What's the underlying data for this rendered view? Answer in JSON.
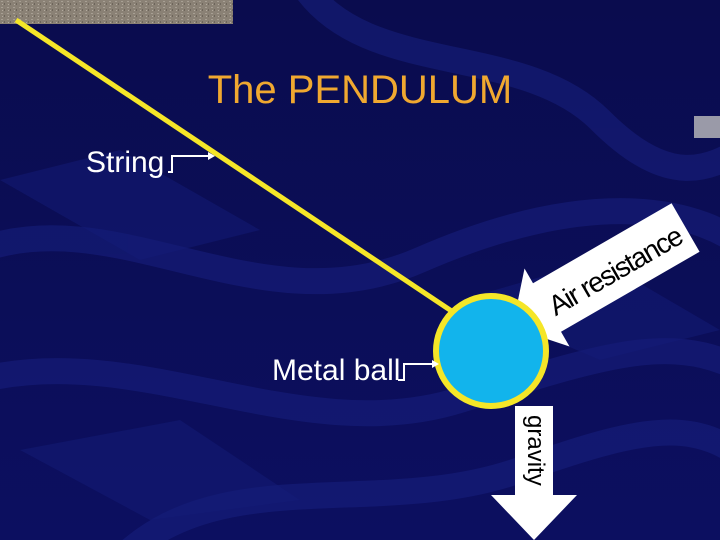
{
  "title": "The PENDULUM",
  "labels": {
    "string": "String",
    "metal_ball": "Metal ball",
    "air_resistance": "Air resistance",
    "gravity": "gravity"
  },
  "colors": {
    "background": "#0b0d55",
    "title": "#f0a830",
    "string": "#f5e628",
    "ball_fill": "#12b4ec",
    "ball_outline": "#f5e628",
    "air_arrow": "#ffffff",
    "gravity_arrow": "#ffffff"
  }
}
